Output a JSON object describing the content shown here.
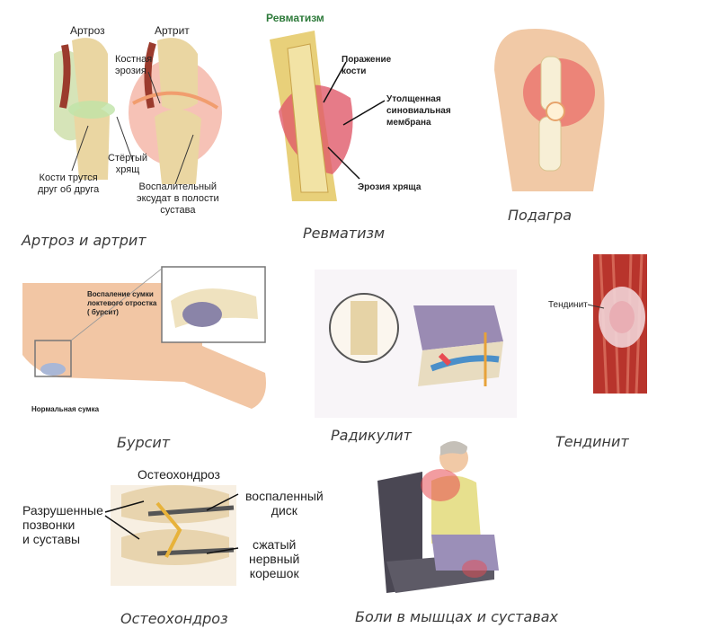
{
  "captions": {
    "arthrosis": "Артроз и артрит",
    "rheumatism": "Ревматизм",
    "gout": "Подагра",
    "bursitis": "Бурсит",
    "radiculitis": "Радикулит",
    "tendinitis": "Тендинит",
    "osteochondrosis": "Остеохондроз",
    "muscle_pain": "Боли в мышцах и суставах"
  },
  "arthrosis_panel": {
    "title_left": "Артроз",
    "title_right": "Артрит",
    "bone_erosion": "Костная\nэрозия",
    "worn_cartilage": "Стёртый\nхрящ",
    "bones_rub": "Кости трутся\nдруг об друга",
    "exudate": "Воспалительный\nэксудат в полости\nсустава"
  },
  "rheumatism_panel": {
    "title": "Ревматизм",
    "bone_damage": "Поражение\nкости",
    "synovial": "Утолщенная\nсиновиальная\nмембрана",
    "cartilage_erosion": "Эрозия хряща"
  },
  "bursitis_panel": {
    "inflamed": "Воспаление сумки\nлоктевого отростка\n( бурсит)",
    "normal": "Нормальная сумка"
  },
  "tendinitis_panel": {
    "label": "Тендинит"
  },
  "osteo_panel": {
    "title": "Остеохондроз",
    "destroyed": "Разрушенные\nпозвонки\nи суставы",
    "inflamed_disc": "воспаленный\nдиск",
    "nerve_root": "сжатый\nнервный\nкорешок"
  },
  "colors": {
    "bone": "#efd9a6",
    "inflammation": "#e8464a",
    "muscle": "#b8342c",
    "skin": "#f2c6a4"
  }
}
